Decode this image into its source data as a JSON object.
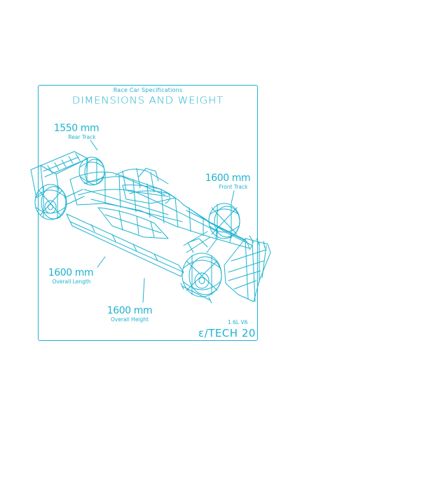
{
  "header": {
    "subtitle": "Race Car Specifications",
    "title": "DIMENSIONS AND WEIGHT"
  },
  "dimensions": {
    "rear_track": {
      "value": "1550 mm",
      "label": "Rear Track"
    },
    "front_track": {
      "value": "1600 mm",
      "label": "Front Track"
    },
    "overall_length": {
      "value": "1600 mm",
      "label": "Overall Length"
    },
    "overall_height": {
      "value": "1600 mm",
      "label": "Overall Height"
    }
  },
  "footer": {
    "engine": "1.6L V6",
    "brand": "ε/TECH 20"
  },
  "colors": {
    "accent": "#1fb3cf"
  }
}
